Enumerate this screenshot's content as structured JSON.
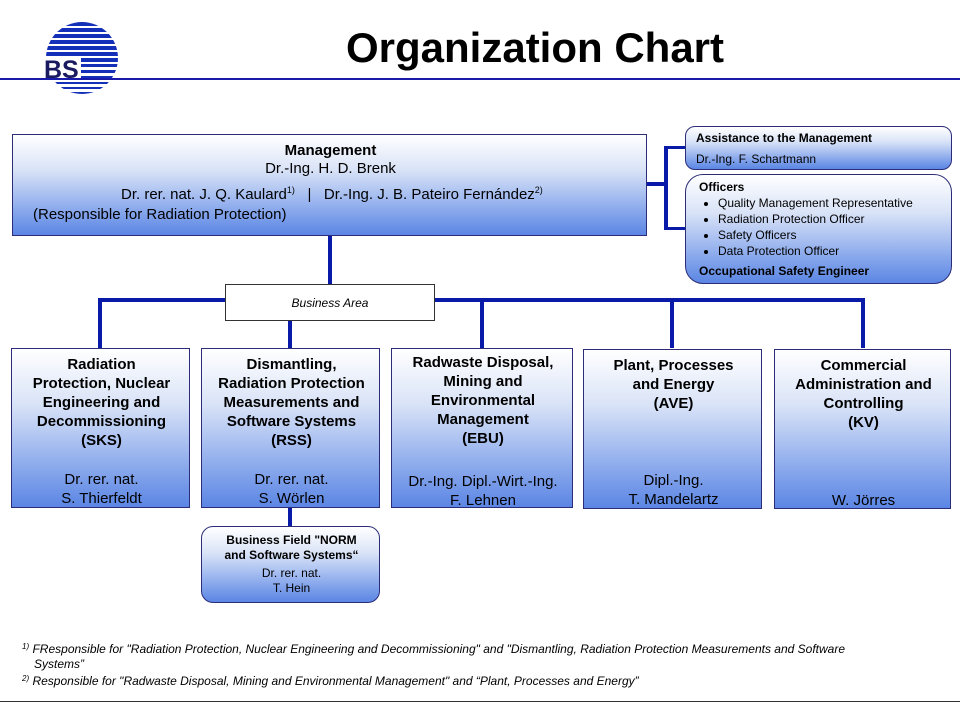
{
  "page": {
    "title": "Organization Chart"
  },
  "logo": {
    "text": "BS"
  },
  "management": {
    "heading": "Management",
    "line1": "Dr.-Ing.  H. D. Brenk",
    "line2_a": "Dr. rer. nat. J. Q. Kaulard",
    "line2_a_sup": "1)",
    "separator": "|",
    "line2_b": "Dr.-Ing.  J. B. Pateiro Fernández",
    "line2_b_sup": "2)",
    "line3": "(Responsible for Radiation Protection)"
  },
  "assistance": {
    "heading": "Assistance  to the Management",
    "name": "Dr.-Ing.  F. Schartmann"
  },
  "officers": {
    "heading": "Officers",
    "items": [
      "Quality Management Representative",
      "Radiation Protection Officer",
      "Safety Officers",
      "Data Protection Officer"
    ],
    "footer": "Occupational Safety Engineer"
  },
  "business_area": {
    "label": "Business Area"
  },
  "departments": [
    {
      "title": [
        "Radiation",
        "Protection, Nuclear",
        "Engineering and",
        "Decommissioning",
        "(SKS)"
      ],
      "names": [
        "Dr. rer. nat.",
        "S. Thierfeldt"
      ]
    },
    {
      "title": [
        "Dismantling,",
        "Radiation Protection",
        "Measurements and",
        "Software Systems",
        "(RSS)"
      ],
      "names": [
        "Dr. rer. nat.",
        "S. Wörlen"
      ]
    },
    {
      "title": [
        "Radwaste Disposal,",
        "Mining and",
        "Environmental",
        "Management",
        "(EBU)"
      ],
      "names": [
        "Dr.-Ing.  Dipl.-Wirt.-Ing.",
        "F. Lehnen"
      ]
    },
    {
      "title": [
        "Plant, Processes",
        "and Energy",
        "(AVE)"
      ],
      "names": [
        "Dipl.-Ing.",
        "T. Mandelartz"
      ]
    },
    {
      "title": [
        "Commercial",
        "Administration and",
        "Controlling",
        "(KV)"
      ],
      "names": [
        "W. Jörres"
      ]
    }
  ],
  "business_field": {
    "title": [
      "Business  Field \"NORM",
      "and Software Systems“"
    ],
    "names": [
      "Dr. rer.  nat.",
      "T. Hein"
    ]
  },
  "footnotes": {
    "fn1_mark": "1)",
    "fn1_text": "FResponsible for \"Radiation Protection, Nuclear Engineering  and Decommissioning\"  and \"Dismantling, Radiation Protection Measurements and Software",
    "fn1_text2": "Systems”",
    "fn2_mark": "2)",
    "fn2_text": "Responsible for \"Radwaste  Disposal, Mining and Environmental Management\"  and “Plant, Processes and Energy”"
  },
  "colors": {
    "line": "#0a1aa8",
    "box_bottom": "#5b86e4",
    "box_top": "#ffffff"
  }
}
